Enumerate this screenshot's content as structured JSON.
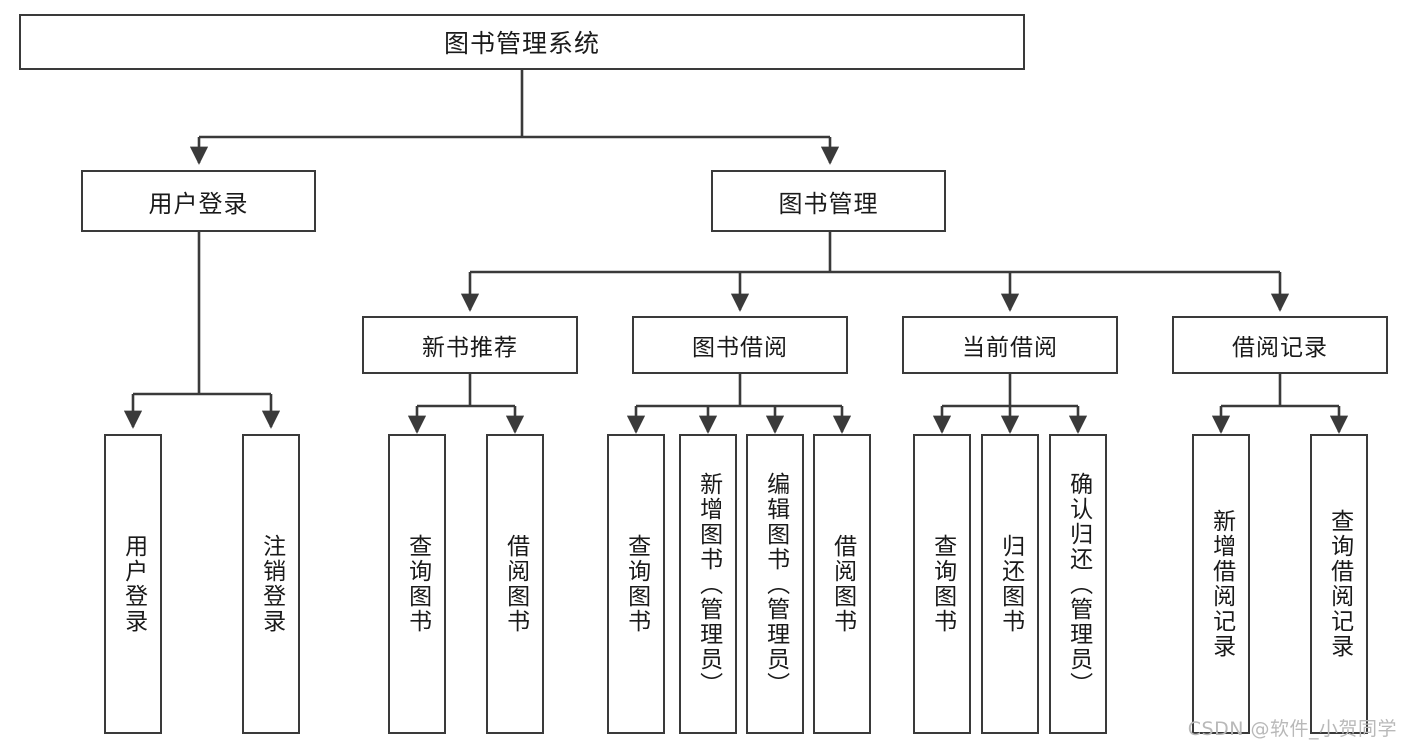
{
  "diagram": {
    "title": "图书管理系统",
    "watermark": "CSDN @软件_小贺同学",
    "line_color": "#3a3a3a",
    "box_fill": "#ffffff",
    "text_color": "#1a1a1a",
    "watermark_color": "#b9b9b9"
  },
  "nodes": {
    "root": {
      "label": "图书管理系统"
    },
    "level1": [
      {
        "label": "用户登录"
      },
      {
        "label": "图书管理"
      }
    ],
    "level2": [
      {
        "label": "新书推荐"
      },
      {
        "label": "图书借阅"
      },
      {
        "label": "当前借阅"
      },
      {
        "label": "借阅记录"
      }
    ],
    "leaves": {
      "user_login": [
        {
          "label": "用户登录"
        },
        {
          "label": "注销登录"
        }
      ],
      "new_book_recommend": [
        {
          "label": "查询图书"
        },
        {
          "label": "借阅图书"
        }
      ],
      "book_borrow": [
        {
          "label": "查询图书"
        },
        {
          "label": "新增图书（管理员）"
        },
        {
          "label": "编辑图书（管理员）"
        },
        {
          "label": "借阅图书"
        }
      ],
      "current_borrow": [
        {
          "label": "查询图书"
        },
        {
          "label": "归还图书"
        },
        {
          "label": "确认归还（管理员）"
        }
      ],
      "borrow_record": [
        {
          "label": "新增借阅记录"
        },
        {
          "label": "查询借阅记录"
        }
      ]
    }
  }
}
